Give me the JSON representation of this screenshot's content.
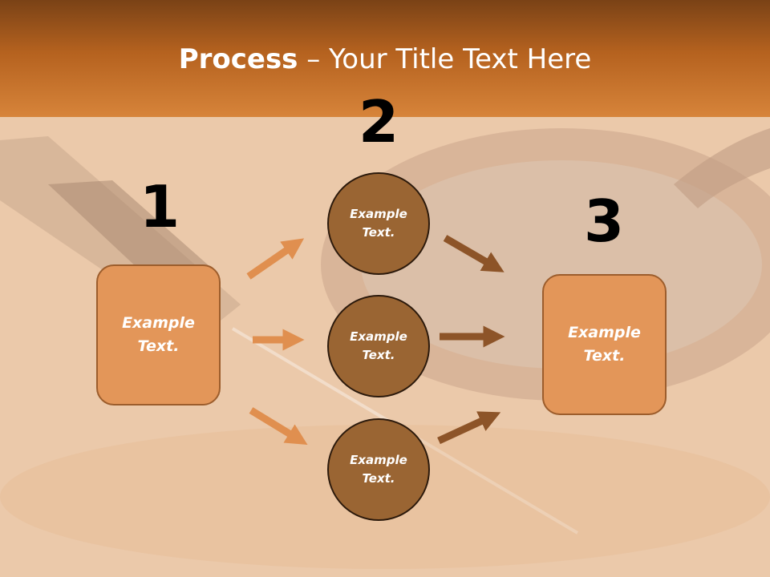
{
  "title": {
    "bold": "Process",
    "rest": " – Your Title Text Here"
  },
  "steps": {
    "one": {
      "number": "1",
      "text": "Example Text."
    },
    "two": {
      "number": "2",
      "circles": [
        "Example Text.",
        "Example Text.",
        "Example Text."
      ]
    },
    "three": {
      "number": "3",
      "text": "Example Text."
    }
  },
  "colors": {
    "title_bar": "#b5621f",
    "box_fill": "#e39659",
    "circle_fill": "#9a6533",
    "arrow_light": "#e08f4f",
    "arrow_dark": "#8d5428"
  }
}
